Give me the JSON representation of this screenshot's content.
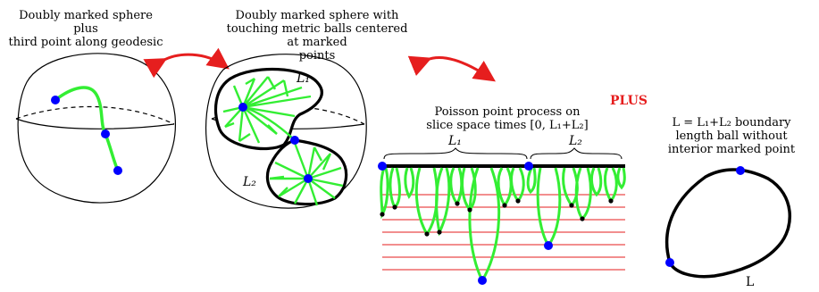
{
  "captions": {
    "panel1": "Doubly marked sphere plus\nthird point along geodesic",
    "panel2": "Doubly marked sphere with\ntouching metric balls centered\nat marked\npoints",
    "panel3": "Poisson point process on\nslice space times [0, L₁+L₂]",
    "plus": "PLUS",
    "panel4": "L = L₁+L₂ boundary\nlength ball without\ninterior marked point"
  },
  "math_labels": {
    "L1_ball": "L₁",
    "L2_ball": "L₂",
    "L1_brace": "L₁",
    "L2_brace": "L₂",
    "L_loop": "L"
  },
  "colors": {
    "marked_point": "#0000ff",
    "geodesic_tree": "#33ee33",
    "arrow": "#e61e1e",
    "slice_lines": "#e61e1e",
    "outline": "#000000"
  }
}
